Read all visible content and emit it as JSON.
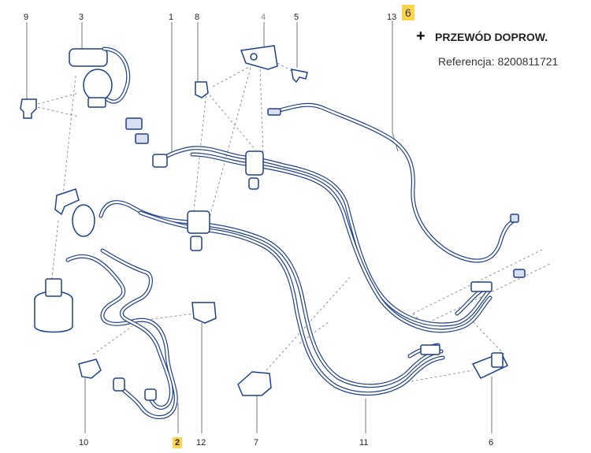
{
  "callouts": [
    {
      "id": "9",
      "label": "9",
      "highlight": false
    },
    {
      "id": "3",
      "label": "3",
      "highlight": false
    },
    {
      "id": "1",
      "label": "1",
      "highlight": false
    },
    {
      "id": "8",
      "label": "8",
      "highlight": false
    },
    {
      "id": "4",
      "label": "4",
      "highlight": false
    },
    {
      "id": "5",
      "label": "5",
      "highlight": false
    },
    {
      "id": "13",
      "label": "13",
      "highlight": false
    },
    {
      "id": "10",
      "label": "10",
      "highlight": false
    },
    {
      "id": "2",
      "label": "2",
      "highlight": true
    },
    {
      "id": "12",
      "label": "12",
      "highlight": false
    },
    {
      "id": "7",
      "label": "7",
      "highlight": false
    },
    {
      "id": "11",
      "label": "11",
      "highlight": false
    },
    {
      "id": "6",
      "label": "6",
      "highlight": false
    }
  ],
  "selected_badge": "6",
  "part_info": {
    "plus_symbol": "+",
    "name": "PRZEWÓD DOPROW.",
    "reference": "Referencja: 8200811721"
  },
  "colors": {
    "line": "#1e3f8f",
    "highlight": "#ffd54a"
  }
}
